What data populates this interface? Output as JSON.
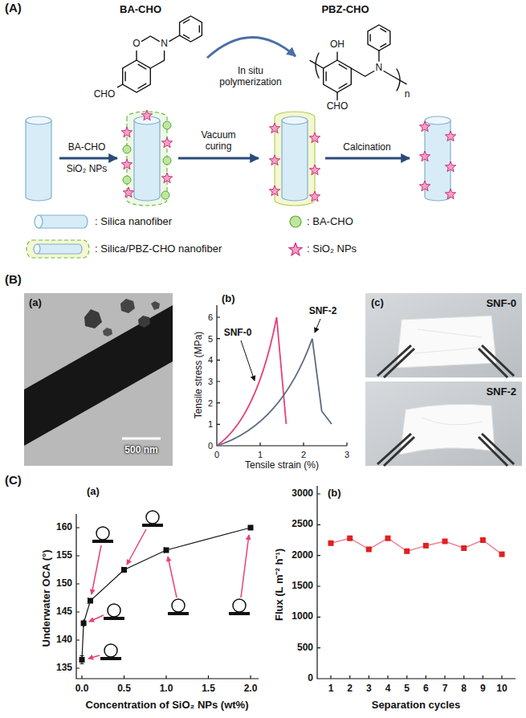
{
  "diagram": {
    "labels": [
      "(A)",
      "BA-CHO",
      "PBZ-CHO",
      "O",
      "N",
      "CHO",
      "OH",
      "N",
      "CHO",
      "n",
      "In situ polymerization",
      "BA-CHO",
      "SiO₂ NPs",
      "Vacuum curing",
      "Calcination",
      "(B)",
      "(a)",
      "500 nm",
      "(b)",
      "Tensile stress (MPa)",
      "0",
      "1",
      "2",
      "3",
      "4",
      "5",
      "6",
      "0",
      "1",
      "2",
      "3",
      "Tensile strain (%)",
      "SNF-0",
      "SNF-2",
      "(c)",
      "SNF-0",
      "SNF-2",
      "(C)",
      "(a)",
      "Underwater OCA (°)",
      "135",
      "140",
      "145",
      "150",
      "155",
      "160",
      "0.0",
      "0.5",
      "1.0",
      "1.5",
      "2.0",
      "Concentration of SiO₂ NPs (wt%)",
      "(b)",
      "Flux (L m⁻² h⁻¹)",
      "0",
      "500",
      "1000",
      "1500",
      "2000",
      "2500",
      "3000",
      "1",
      "2",
      "3",
      "4",
      "5",
      "6",
      "7",
      "8",
      "9",
      "10",
      "Separation cycles"
    ],
    "legend": [
      {
        "text": ": Silica nanofiber"
      },
      {
        "text": ": BA-CHO"
      },
      {
        "text": ": Silica/PBZ-CHO nanofiber"
      },
      {
        "text": ": SiO₂ NPs"
      }
    ]
  }
}
